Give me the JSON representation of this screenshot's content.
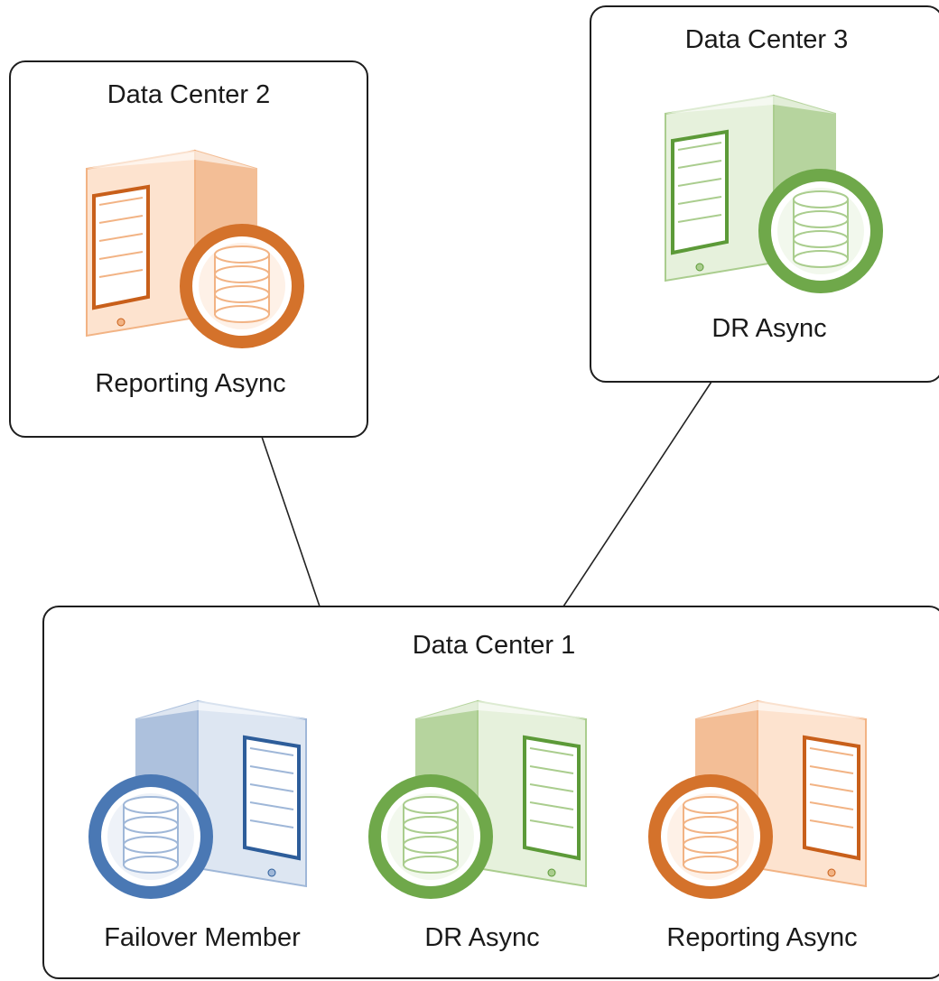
{
  "palette": {
    "orange": {
      "light": "#fde3cf",
      "mid": "#f2b384",
      "dark": "#c85f1a",
      "deep": "#d4722b"
    },
    "green": {
      "light": "#e6f1dc",
      "mid": "#aacd8e",
      "dark": "#5c9a38",
      "deep": "#6fa84a"
    },
    "blue": {
      "light": "#dde6f2",
      "mid": "#9fb7d8",
      "dark": "#2d5d9a",
      "deep": "#4a78b4"
    }
  },
  "data_centers": [
    {
      "id": "dc2",
      "title": "Data Center 2",
      "members": [
        {
          "label": "Reporting Async",
          "color": "orange",
          "icon": "server-database-icon"
        }
      ]
    },
    {
      "id": "dc3",
      "title": "Data Center 3",
      "members": [
        {
          "label": "DR Async",
          "color": "green",
          "icon": "server-database-icon"
        }
      ]
    },
    {
      "id": "dc1",
      "title": "Data Center 1",
      "members": [
        {
          "label": "Failover Member",
          "color": "blue",
          "icon": "server-database-icon"
        },
        {
          "label": "DR Async",
          "color": "green",
          "icon": "server-database-icon"
        },
        {
          "label": "Reporting Async",
          "color": "orange",
          "icon": "server-database-icon"
        }
      ]
    }
  ],
  "connections": [
    {
      "from": "dc2",
      "to": "dc1"
    },
    {
      "from": "dc3",
      "to": "dc1"
    }
  ]
}
